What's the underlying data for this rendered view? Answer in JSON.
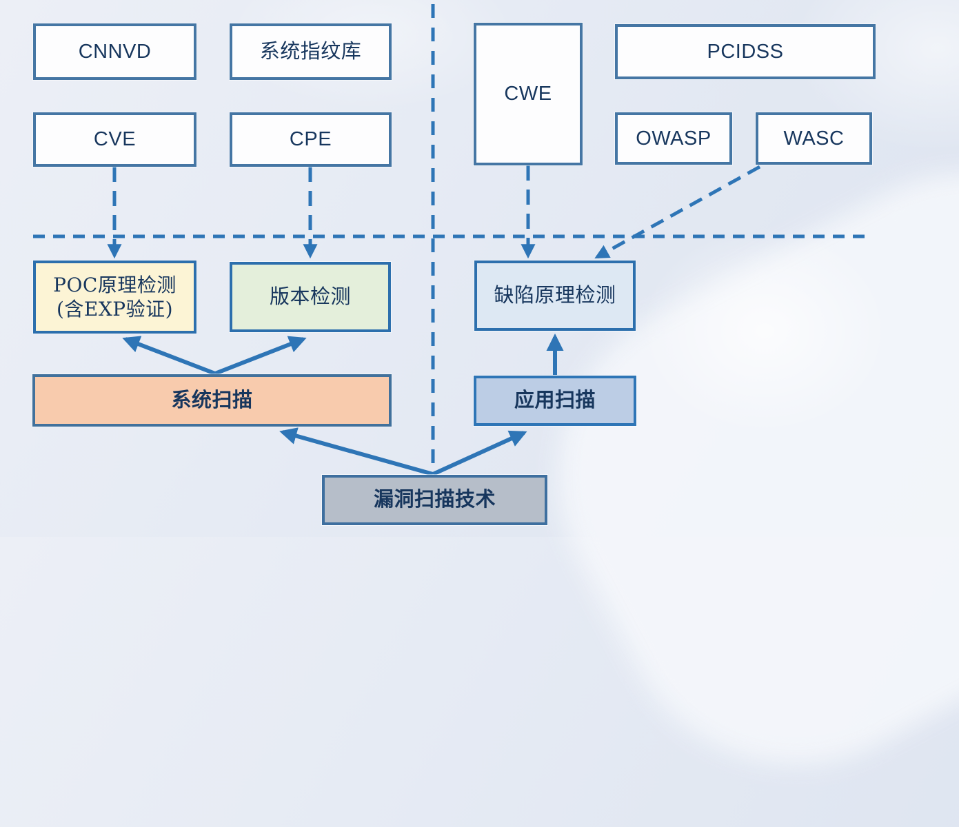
{
  "diagram": {
    "standards": {
      "cnnvd": "CNNVD",
      "fingerprint_db": "系统指纹库",
      "cve": "CVE",
      "cpe": "CPE",
      "cwe": "CWE",
      "pcidss": "PCIDSS",
      "owasp": "OWASP",
      "wasc": "WASC"
    },
    "detections": {
      "poc_line1": "POC原理检测",
      "poc_line2": "(含EXP验证)",
      "version": "版本检测",
      "defect": "缺陷原理检测"
    },
    "scans": {
      "system": "系统扫描",
      "application": "应用扫描",
      "technique": "漏洞扫描技术"
    },
    "edges": [
      {
        "from": "CVE",
        "to": "POC原理检测(含EXP验证)",
        "style": "dashed-arrow"
      },
      {
        "from": "CPE",
        "to": "版本检测",
        "style": "dashed-arrow"
      },
      {
        "from": "CWE",
        "to": "缺陷原理检测",
        "style": "dashed-arrow"
      },
      {
        "from": "WASC",
        "to": "缺陷原理检测",
        "style": "dashed-arrow"
      },
      {
        "from": "系统扫描",
        "to": "POC原理检测(含EXP验证)",
        "style": "solid-arrow"
      },
      {
        "from": "系统扫描",
        "to": "版本检测",
        "style": "solid-arrow"
      },
      {
        "from": "应用扫描",
        "to": "缺陷原理检测",
        "style": "solid-arrow"
      },
      {
        "from": "漏洞扫描技术",
        "to": "系统扫描",
        "style": "solid-arrow"
      },
      {
        "from": "漏洞扫描技术",
        "to": "应用扫描",
        "style": "solid-arrow"
      }
    ],
    "colors": {
      "arrow": "#2e75b6",
      "box_border": "#4576a4",
      "text": "#17365d",
      "poc_fill": "#fcf4d5",
      "version_fill": "#e4efdb",
      "defect_fill": "#dde8f3",
      "system_scan_fill": "#f8cbad",
      "app_scan_fill": "#bccde5",
      "vuln_scan_fill": "#b6bec9"
    }
  }
}
